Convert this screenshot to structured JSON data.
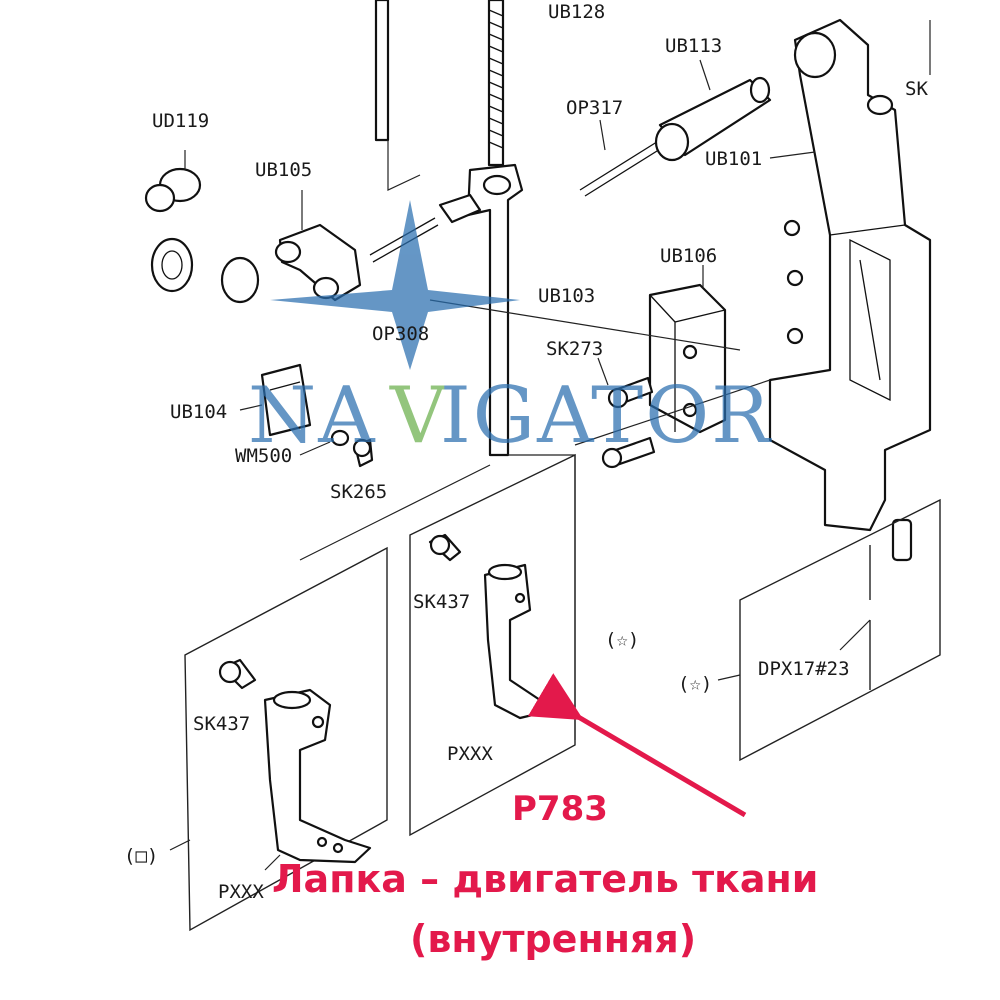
{
  "labels": {
    "ub128": "UB128",
    "ub113": "UB113",
    "ud119": "UD119",
    "op317": "OP317",
    "ub105": "UB105",
    "ub101": "UB101",
    "sk_top": "SK",
    "ub106": "UB106",
    "ub103": "UB103",
    "op308": "OP308",
    "sk273": "SK273",
    "ub104": "UB104",
    "wm500": "WM500",
    "sk265": "SK265",
    "sk437_a": "SK437",
    "sk437_b": "SK437",
    "star_a": "(☆)",
    "star_b": "(☆)",
    "dpx": "DPX17#23",
    "pxxx_a": "PXXX",
    "pxxx_b": "PXXX",
    "square": "(□)"
  },
  "watermark": {
    "text_left": "NA",
    "text_v": "V",
    "text_right": "IGATOR"
  },
  "callout": {
    "code": "P783",
    "line1": "Лапка – двигатель ткани",
    "line2": "(внутренняя)"
  },
  "colors": {
    "accent": "#e3194b",
    "watermark_blue": "#2a6fb0",
    "watermark_green": "#6ab04c"
  }
}
